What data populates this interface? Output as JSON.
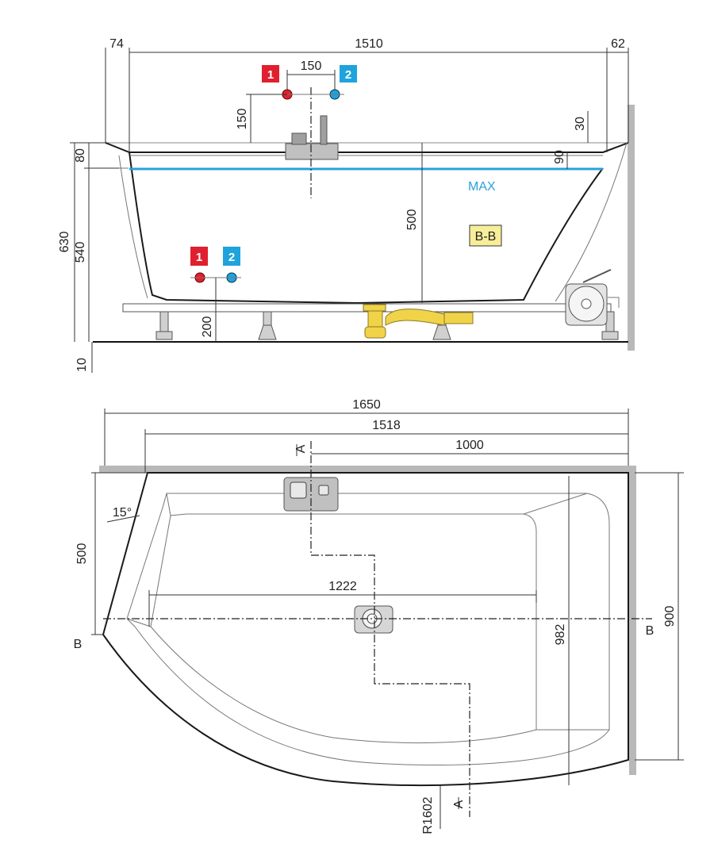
{
  "side_view": {
    "dims": {
      "left_edge": "74",
      "top_width": "1510",
      "right_edge": "62",
      "tap_spacing": "150",
      "tap_height": "150",
      "rim_height": "80",
      "total_height": "630",
      "inner_height": "540",
      "water_depth": "500",
      "rim_right": "30",
      "rim_right_small": "90",
      "inlet_height": "200",
      "floor_gap": "10"
    },
    "labels": {
      "max": "MAX",
      "section": "B-B"
    },
    "markers": {
      "hot": "1",
      "cold": "2"
    }
  },
  "top_view": {
    "dims": {
      "overall_length": "1650",
      "inner_length": "1518",
      "axis_offset": "1000",
      "angle": "15°",
      "left_depth": "500",
      "drain_length": "1222",
      "right_depth": "982",
      "overall_depth": "900",
      "radius": "R1602"
    },
    "labels": {
      "section_a_top": "A",
      "section_a_bottom": "A",
      "section_b_left": "B",
      "section_b_right": "B"
    }
  },
  "colors": {
    "hot": "#e0202e",
    "cold": "#1fa3dc",
    "water": "#2aa0dc",
    "section_tag": "#f7ee9a",
    "siphon": "#f1d34a",
    "wall": "#b8b8b8"
  }
}
